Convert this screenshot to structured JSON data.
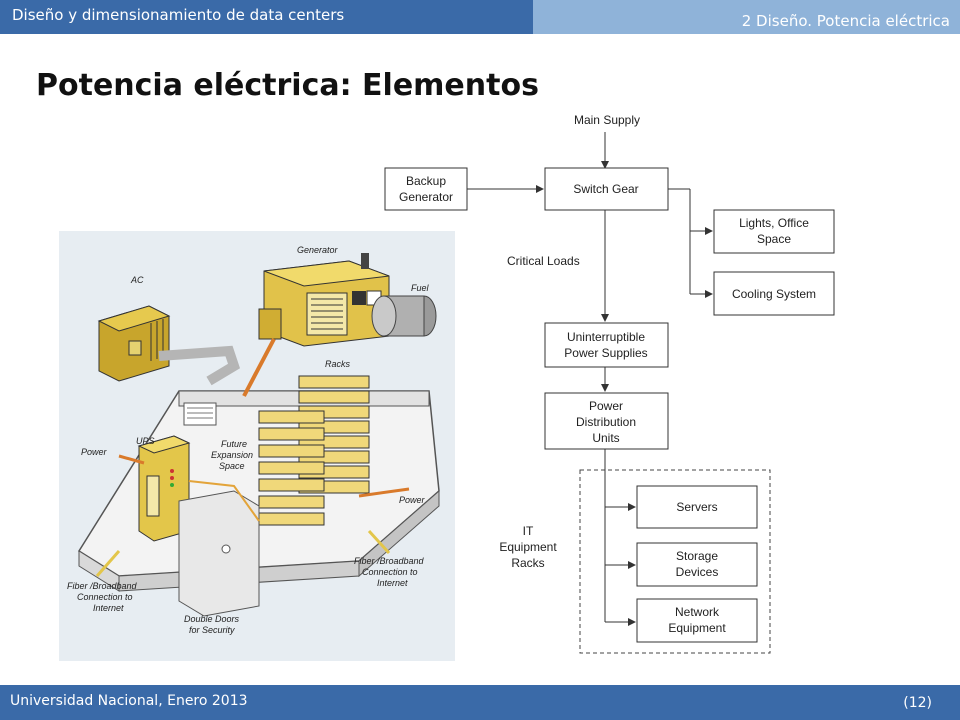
{
  "header": {
    "course_title": "Diseño y dimensionamiento de data centers",
    "section": "2 Diseño. Potencia eléctrica"
  },
  "slide": {
    "title": "Potencia eléctrica: Elementos"
  },
  "footer": {
    "institution_date": "Universidad Nacional, Enero 2013",
    "page": "(12)"
  },
  "illustration": {
    "labels": {
      "generator": "Generator",
      "ac": "AC",
      "fuel": "Fuel",
      "racks": "Racks",
      "ups": "UPS",
      "future_1": "Future",
      "future_2": "Expansion",
      "future_3": "Space",
      "power_left": "Power",
      "power_right": "Power",
      "fiber_left_1": "Fiber /Broadband",
      "fiber_left_2": "Connection to",
      "fiber_left_3": "Internet",
      "fiber_right_1": "Fiber /Broadband",
      "fiber_right_2": "Connection to",
      "fiber_right_3": "Internet",
      "doors_1": "Double Doors",
      "doors_2": "for Security"
    }
  },
  "flow": {
    "main_supply": "Main Supply",
    "backup_1": "Backup",
    "backup_2": "Generator",
    "switch_gear": "Switch Gear",
    "critical_loads": "Critical Loads",
    "lights_1": "Lights, Office",
    "lights_2": "Space",
    "cooling": "Cooling System",
    "ups_1": "Uninterruptible",
    "ups_2": "Power Supplies",
    "pdu_1": "Power",
    "pdu_2": "Distribution",
    "pdu_3": "Units",
    "it_1": "IT",
    "it_2": "Equipment",
    "it_3": "Racks",
    "servers": "Servers",
    "storage_1": "Storage",
    "storage_2": "Devices",
    "network_1": "Network",
    "network_2": "Equipment"
  }
}
